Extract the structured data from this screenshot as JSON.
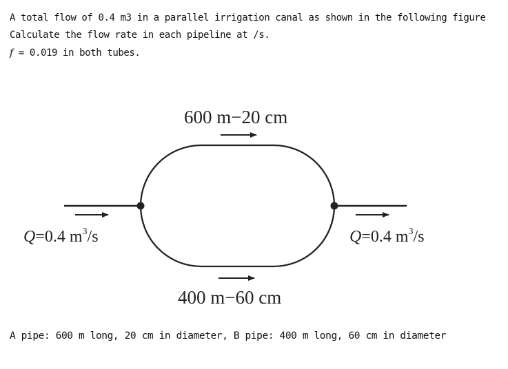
{
  "question": {
    "line1": "A total flow of 0.4 m3 in a parallel irrigation canal as shown in the following figure",
    "line2": "Calculate the flow rate in each pipeline at /s.",
    "line3_symbol": "f",
    "line3_rest": " = 0.019 in both tubes."
  },
  "figure": {
    "top_pipe_label": "600 m−20 cm",
    "bottom_pipe_label": "400 m−60 cm",
    "inflow": {
      "q": "Q",
      "value": "=0.4 m",
      "exp": "3",
      "unit": "/s"
    },
    "outflow": {
      "q": "Q",
      "value": "=0.4 m",
      "exp": "3",
      "unit": "/s"
    }
  },
  "caption": "A pipe: 600 m long, 20 cm in diameter, B pipe: 400 m long, 60 cm in diameter"
}
